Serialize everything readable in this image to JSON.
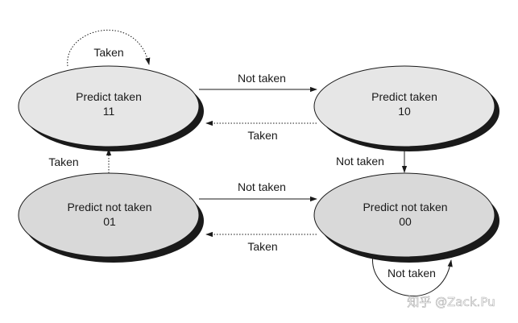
{
  "states": [
    {
      "id": "s11",
      "line1": "Predict taken",
      "line2": "11",
      "fill": "#e6e6e6"
    },
    {
      "id": "s10",
      "line1": "Predict taken",
      "line2": "10",
      "fill": "#e6e6e6"
    },
    {
      "id": "s01",
      "line1": "Predict not taken",
      "line2": "01",
      "fill": "#d9d9d9"
    },
    {
      "id": "s00",
      "line1": "Predict not taken",
      "line2": "00",
      "fill": "#d9d9d9"
    }
  ],
  "transitions": {
    "s11_self": "Taken",
    "s11_to_s10": "Not taken",
    "s10_to_s11": "Taken",
    "s01_to_s11": "Taken",
    "s10_to_s00": "Not taken",
    "s01_to_s00": "Not taken",
    "s00_to_s01": "Taken",
    "s00_self": "Not taken"
  },
  "watermark": "知乎 @Zack.Pu",
  "colors": {
    "stroke": "#1a1a1a",
    "shadow": "#1a1a1a"
  }
}
